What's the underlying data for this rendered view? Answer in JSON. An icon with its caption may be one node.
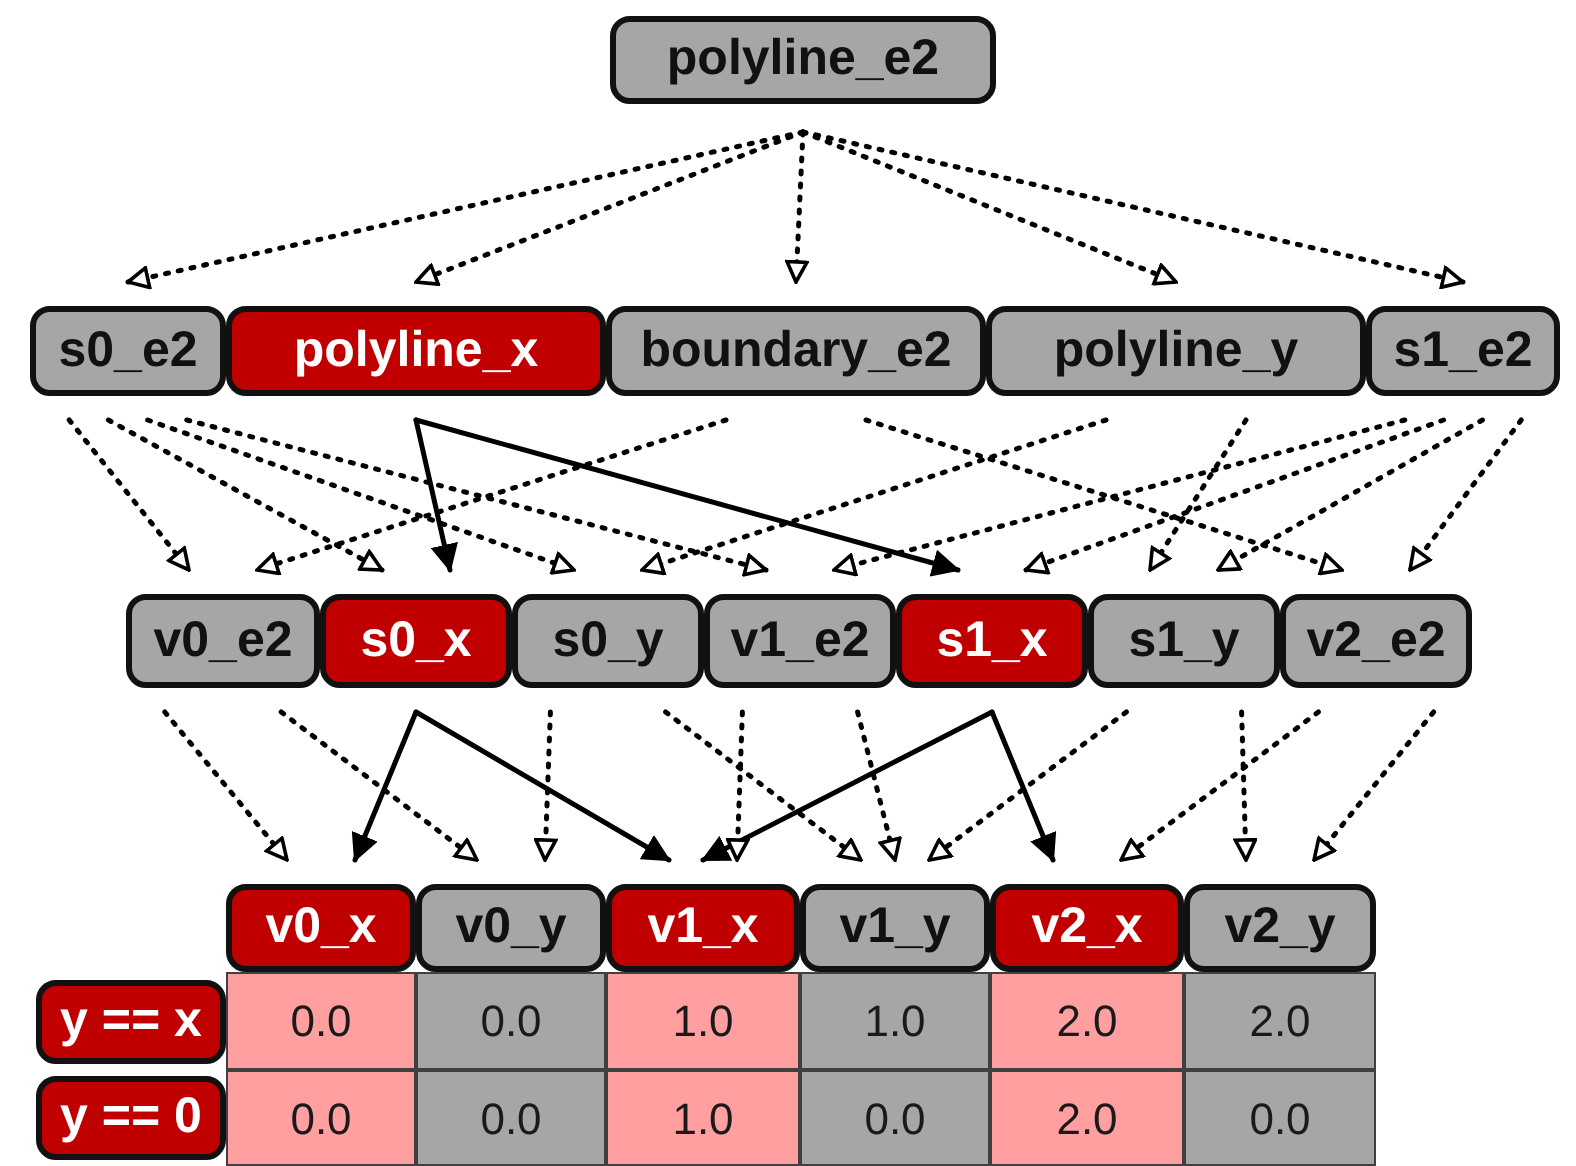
{
  "diagram": {
    "nodes": [
      {
        "text": [
          "polyline_e2"
        ]
      },
      {
        "text": [
          "s0_e2"
        ]
      },
      {
        "text": [
          "polyline_x"
        ]
      },
      {
        "text": [
          "boundary_e2"
        ]
      },
      {
        "text": [
          "polyline_y"
        ]
      },
      {
        "text": [
          "s1_e2"
        ]
      },
      {
        "text": [
          "v0_e2"
        ]
      },
      {
        "text": [
          "s0_x"
        ]
      },
      {
        "text": [
          "s0_y"
        ]
      },
      {
        "text": [
          "v1_e2"
        ]
      },
      {
        "text": [
          "s1_x"
        ]
      },
      {
        "text": [
          "s1_y"
        ]
      },
      {
        "text": [
          "v2_e2"
        ]
      },
      {
        "text": [
          "v0_x"
        ]
      },
      {
        "text": [
          "v0_y"
        ]
      },
      {
        "text": [
          "v1_x"
        ]
      },
      {
        "text": [
          "v1_y"
        ]
      },
      {
        "text": [
          "v2_x"
        ]
      },
      {
        "text": [
          "v2_y"
        ]
      },
      {
        "text": [
          "y == x"
        ]
      },
      {
        "text": [
          "y == 0"
        ]
      }
    ],
    "edges": [
      {
        "from": 0,
        "to": 1,
        "arrow": "to",
        "style": "dashed"
      },
      {
        "from": 0,
        "to": 2,
        "arrow": "to",
        "style": "dashed"
      },
      {
        "from": 0,
        "to": 3,
        "arrow": "to",
        "style": "dashed"
      },
      {
        "from": 0,
        "to": 4,
        "arrow": "to",
        "style": "dashed"
      },
      {
        "from": 0,
        "to": 5,
        "arrow": "to",
        "style": "dashed"
      },
      {
        "from": 1,
        "to": 6,
        "arrow": "to",
        "style": "dashed"
      },
      {
        "from": 3,
        "to": 6,
        "arrow": "to",
        "style": "dashed"
      },
      {
        "from": 1,
        "to": 7,
        "arrow": "to",
        "style": "dashed"
      },
      {
        "from": 2,
        "to": 7,
        "arrow": "to"
      },
      {
        "from": 1,
        "to": 8,
        "arrow": "to",
        "style": "dashed"
      },
      {
        "from": 4,
        "to": 8,
        "arrow": "to",
        "style": "dashed"
      },
      {
        "from": 1,
        "to": 9,
        "arrow": "to",
        "style": "dashed"
      },
      {
        "from": 5,
        "to": 9,
        "arrow": "to",
        "style": "dashed"
      },
      {
        "from": 2,
        "to": 10,
        "arrow": "to"
      },
      {
        "from": 5,
        "to": 10,
        "arrow": "to",
        "style": "dashed"
      },
      {
        "from": 4,
        "to": 11,
        "arrow": "to",
        "style": "dashed"
      },
      {
        "from": 5,
        "to": 11,
        "arrow": "to",
        "style": "dashed"
      },
      {
        "from": 3,
        "to": 12,
        "arrow": "to",
        "style": "dashed"
      },
      {
        "from": 5,
        "to": 12,
        "arrow": "to",
        "style": "dashed"
      },
      {
        "from": 6,
        "to": 13,
        "arrow": "to",
        "style": "dashed"
      },
      {
        "from": 7,
        "to": 13,
        "arrow": "to"
      },
      {
        "from": 6,
        "to": 14,
        "arrow": "to",
        "style": "dashed"
      },
      {
        "from": 8,
        "to": 14,
        "arrow": "to",
        "style": "dashed"
      },
      {
        "from": 7,
        "to": 15,
        "arrow": "to"
      },
      {
        "from": 10,
        "to": 15,
        "arrow": "to"
      },
      {
        "from": 9,
        "to": 15,
        "arrow": "to",
        "style": "dashed"
      },
      {
        "from": 8,
        "to": 16,
        "arrow": "to",
        "style": "dashed"
      },
      {
        "from": 9,
        "to": 16,
        "arrow": "to",
        "style": "dashed"
      },
      {
        "from": 11,
        "to": 16,
        "arrow": "to",
        "style": "dashed"
      },
      {
        "from": 10,
        "to": 17,
        "arrow": "to"
      },
      {
        "from": 12,
        "to": 17,
        "arrow": "to",
        "style": "dashed"
      },
      {
        "from": 11,
        "to": 18,
        "arrow": "to",
        "style": "dashed"
      },
      {
        "from": 12,
        "to": 18,
        "arrow": "to",
        "style": "dashed"
      }
    ],
    "labels": [
      "0.0",
      "0.0",
      "1.0",
      "1.0",
      "2.0",
      "2.0",
      "0.0",
      "0.0",
      "1.0",
      "0.0",
      "2.0",
      "0.0"
    ]
  }
}
